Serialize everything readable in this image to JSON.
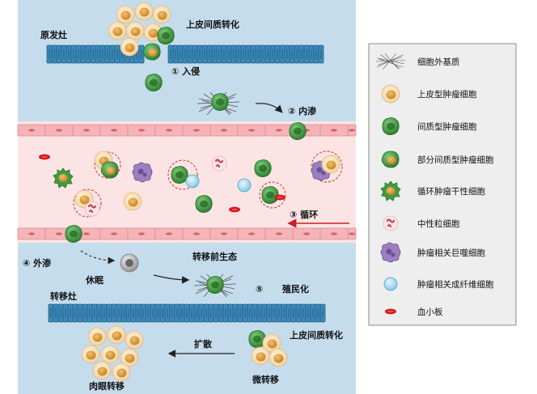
{
  "labels": {
    "primary": "原发灶",
    "emt_top": "上皮间质转化",
    "step1": "① 入侵",
    "step2": "② 内渗",
    "step3": "③ 循环",
    "step4": "④ 外渗",
    "dormancy": "休眠",
    "premetastatic": "转移前生态",
    "step5": "⑤",
    "colonization": "殖民化",
    "metastatic": "转移灶",
    "emt_bottom": "上皮间质转化",
    "spread": "扩散",
    "macro": "肉眼转移",
    "micro": "微转移"
  },
  "legend": [
    {
      "icon": "ecm-icon",
      "label": "细胞外基质"
    },
    {
      "icon": "epithelial-tumor-cell-icon",
      "label": "上皮型肿瘤细胞"
    },
    {
      "icon": "mesenchymal-tumor-cell-icon",
      "label": "间质型肿瘤细胞"
    },
    {
      "icon": "partial-mesenchymal-cell-icon",
      "label": "部分间质型肿瘤细胞"
    },
    {
      "icon": "circulating-stem-cell-icon",
      "label": "循环肿瘤干性细胞"
    },
    {
      "icon": "neutrophil-icon",
      "label": "中性粒细胞"
    },
    {
      "icon": "macrophage-icon",
      "label": "肿瘤相关巨噬细胞"
    },
    {
      "icon": "fibroblast-icon",
      "label": "肿瘤相关成纤维细胞"
    },
    {
      "icon": "platelet-icon",
      "label": "血小板"
    }
  ],
  "colors": {
    "tissue": "#c5dced",
    "epithelium": "#3d8ab8",
    "vessel_lumen": "#fde4e4",
    "endothelium": "#f5b5b8",
    "epithelial_cell": "#e9a84a",
    "mesenchymal_cell": "#3f9d3f",
    "platelet": "#d0161c",
    "arrow_red": "#cc1f1f"
  }
}
